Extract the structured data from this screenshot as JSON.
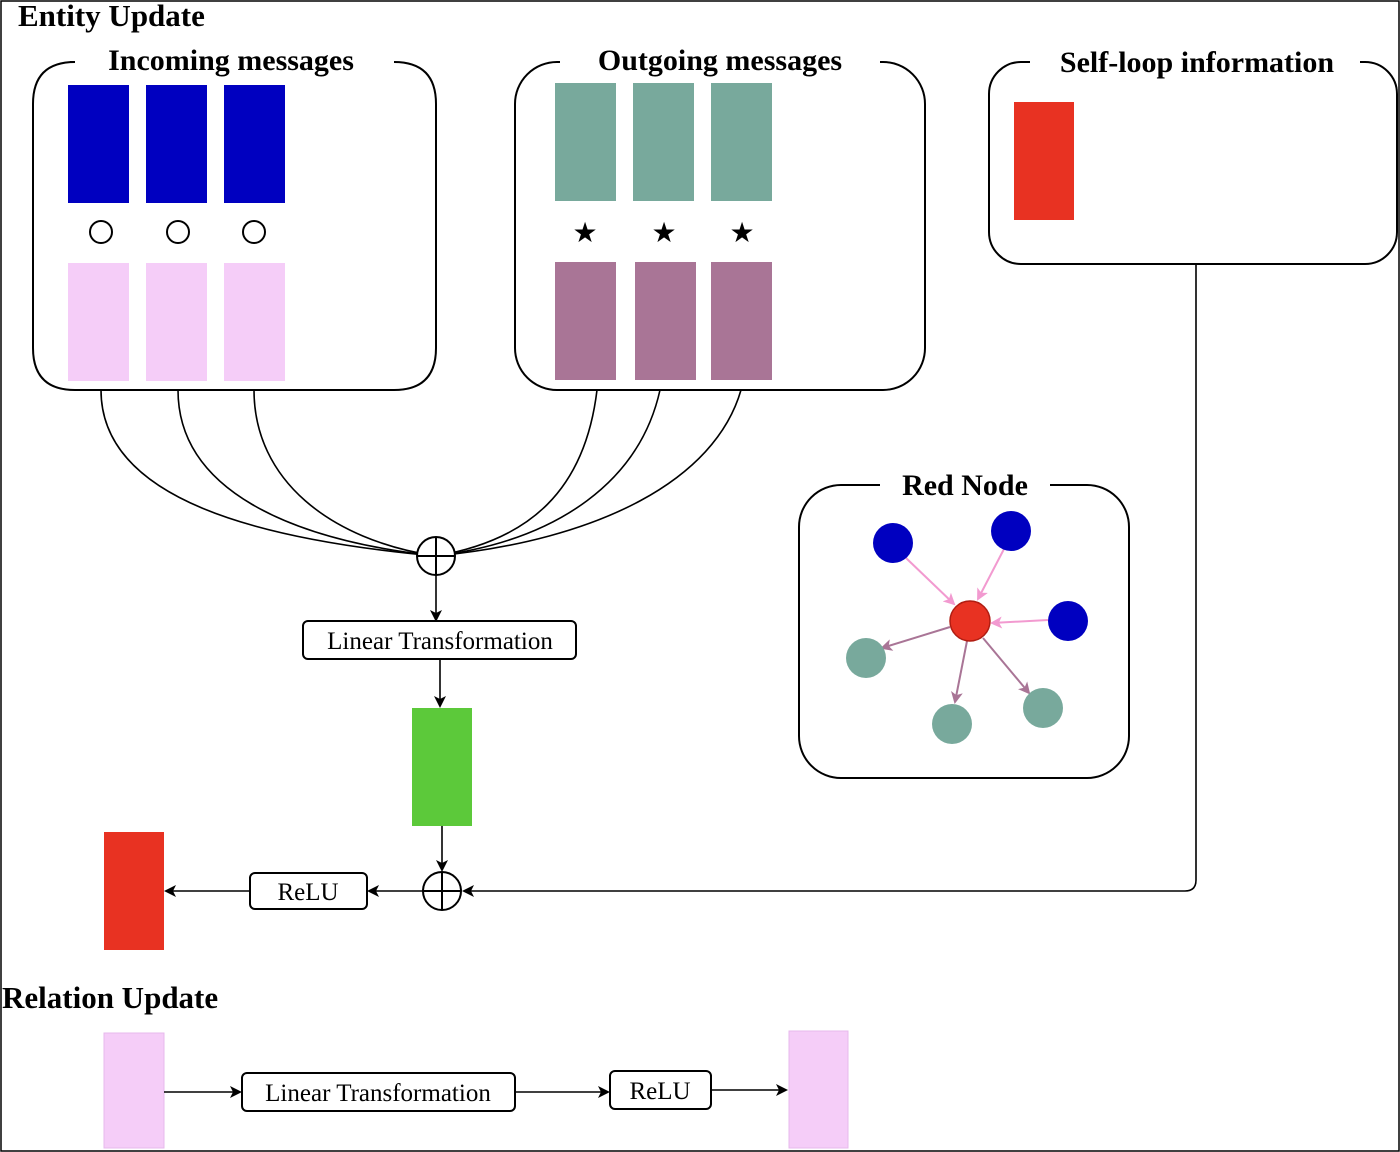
{
  "entity_update": {
    "title": "Entity Update",
    "incoming": {
      "title": "Incoming messages"
    },
    "outgoing": {
      "title": "Outgoing messages"
    },
    "self_loop": {
      "title": "Self-loop information"
    },
    "red_node": {
      "title": "Red Node"
    },
    "linear_label": "Linear Transformation",
    "relu_label": "ReLU"
  },
  "relation_update": {
    "title": "Relation Update",
    "linear_label": "Linear Transformation",
    "relu_label": "ReLU"
  },
  "symbols": {
    "composition_circle": "○",
    "composition_star": "★"
  },
  "colors": {
    "incoming_entity": "#0000c0",
    "incoming_relation": "#f5cdf8",
    "outgoing_entity": "#78a99c",
    "outgoing_relation": "#a97596",
    "self_loop": "#e83222",
    "aggregated": "#5cc93a",
    "output": "#e83222",
    "node_center": "#e83222",
    "node_in": "#0000c0",
    "node_out": "#78a99c",
    "edge_in": "#f29ad0",
    "edge_out": "#a97596"
  }
}
